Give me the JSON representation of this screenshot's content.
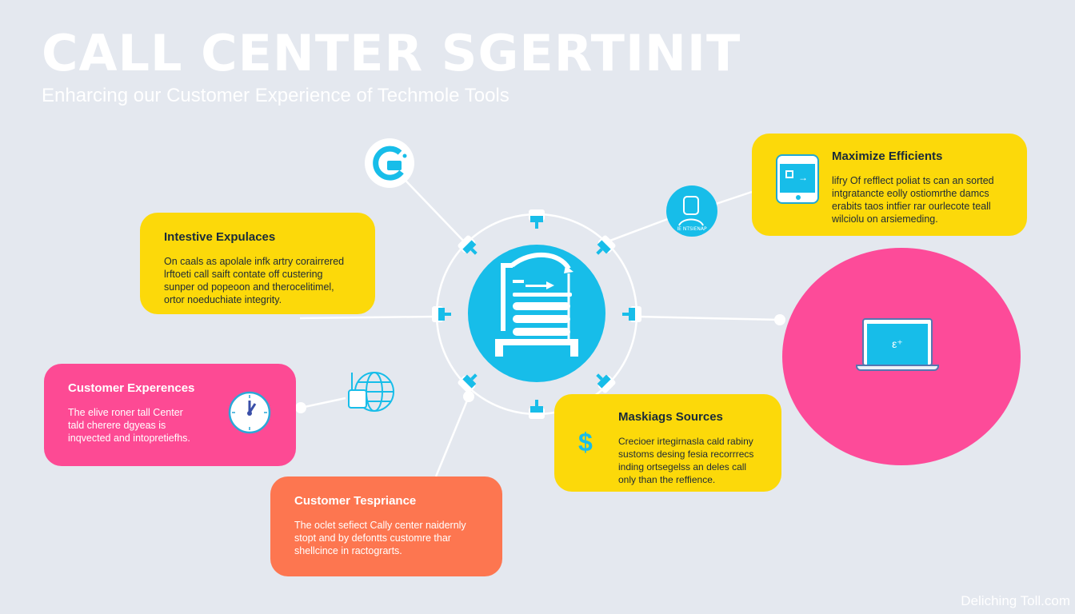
{
  "header": {
    "title": "CALL CENTER SGERTINIT",
    "subtitle": "Enharcing our Customer Experience of Techmole Tools"
  },
  "colors": {
    "background": "#e4e8ef",
    "yellow": "#fcd90a",
    "pink": "#fd4a94",
    "orange": "#fd7650",
    "blue": "#17bde9"
  },
  "hub": {
    "icon": "workflow-machine-icon"
  },
  "cards": [
    {
      "id": "intestive",
      "title": "Intestive Expulaces",
      "color": "yellow",
      "body": "On caals as apolale infk artry corairrered lrftoeti call saift contate off custering sunper od popeoon and therocelitimel, ortor noeduchiate integrity."
    },
    {
      "id": "maximize",
      "title": "Maximize Efficients",
      "color": "yellow",
      "icon": "tablet-icon",
      "body": "lifry Of refflect poliat ts can an sorted intgratancte eolly ostiomrthe damcs erabits taos intfier rar ourlecote teall wilciolu on arsiemeding."
    },
    {
      "id": "customer-experiences",
      "title": "Customer Experences",
      "color": "pink",
      "icon": "clock-icon",
      "body": "The elive roner tall Center tald cherere dgyeas is inqvected and intopretiefhs."
    },
    {
      "id": "maskiags",
      "title": "Maskiags Sources",
      "color": "yellow",
      "icon": "dollar-icon",
      "body": "Crecioer irtegirnasla cald rabiny sustoms desing fesia recorrrecs inding ortsegelss an deles call only than the reffience."
    },
    {
      "id": "customer-tespriance",
      "title": "Customer Tespriance",
      "color": "orange",
      "body": "The oclet sefiect Cally center naidernly stopt and by defontts customre thar shellcince in ractograrts."
    }
  ],
  "satellites": [
    {
      "id": "refresh",
      "icon": "refresh-card-icon"
    },
    {
      "id": "agent",
      "icon": "agent-avatar-icon",
      "caption": "IE NTSIENAP"
    },
    {
      "id": "globe",
      "icon": "globe-thumbs-up-icon"
    },
    {
      "id": "laptop",
      "icon": "laptop-support-icon"
    }
  ],
  "footer": {
    "watermark": "Deliching Toll.com"
  }
}
